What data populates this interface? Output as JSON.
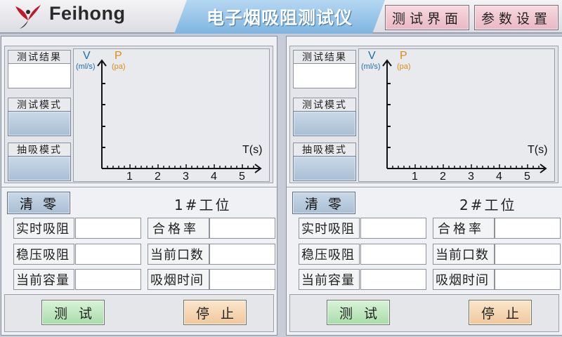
{
  "header": {
    "brand": "Feihong",
    "title": "电子烟吸阻测试仪",
    "nav": [
      {
        "label": "测试界面"
      },
      {
        "label": "参数设置"
      }
    ]
  },
  "colors": {
    "title_bg": "#8fc0e6",
    "nav_btn": "#f0c8d2",
    "test_btn": "#b8e4b8",
    "stop_btn": "#f4d2ae",
    "clear_btn": "#b6c8dc",
    "v_axis": "#1a6fb0",
    "p_axis": "#e08a1a",
    "logo_red": "#c0182a"
  },
  "panels": [
    {
      "result_label": "测试结果",
      "mode_label": "测试模式",
      "puff_label": "抽吸模式",
      "clear_label": "清零",
      "station": "1#工位",
      "fields": {
        "realtime": "实时吸阻",
        "pass_rate": "合格率",
        "stable": "稳压吸阻",
        "puff_count": "当前口数",
        "capacity": "当前容量",
        "smoke_time": "吸烟时间"
      },
      "test_label": "测试",
      "stop_label": "停止"
    },
    {
      "result_label": "测试结果",
      "mode_label": "测试模式",
      "puff_label": "抽吸模式",
      "clear_label": "清零",
      "station": "2#工位",
      "fields": {
        "realtime": "实时吸阻",
        "pass_rate": "合格率",
        "stable": "稳压吸阻",
        "puff_count": "当前口数",
        "capacity": "当前容量",
        "smoke_time": "吸烟时间"
      },
      "test_label": "测试",
      "stop_label": "停止"
    }
  ],
  "chart": {
    "v_label": "V",
    "v_unit": "(ml/s)",
    "p_label": "P",
    "p_unit": "(pa)",
    "x_label": "T(s)",
    "x_ticks": [
      "1",
      "2",
      "3",
      "4",
      "5"
    ]
  }
}
